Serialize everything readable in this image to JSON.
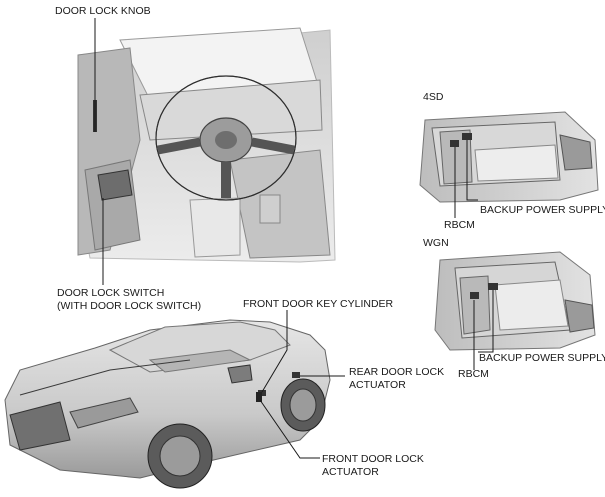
{
  "labels": {
    "door_lock_knob": "DOOR LOCK KNOB",
    "door_lock_switch_line1": "DOOR LOCK SWITCH",
    "door_lock_switch_line2": "(WITH DOOR LOCK SWITCH)",
    "front_door_key_cylinder": "FRONT DOOR KEY CYLINDER",
    "rear_door_lock_actuator_line1": "REAR DOOR LOCK",
    "rear_door_lock_actuator_line2": "ACTUATOR",
    "front_door_lock_actuator_line1": "FRONT DOOR LOCK",
    "front_door_lock_actuator_line2": "ACTUATOR",
    "variant_4sd": "4SD",
    "variant_wgn": "WGN",
    "sd_backup_power_supply": "BACKUP POWER SUPPLY",
    "sd_rbcm": "RBCM",
    "wgn_backup_power_supply": "BACKUP POWER SUPPLY",
    "wgn_rbcm": "RBCM"
  }
}
